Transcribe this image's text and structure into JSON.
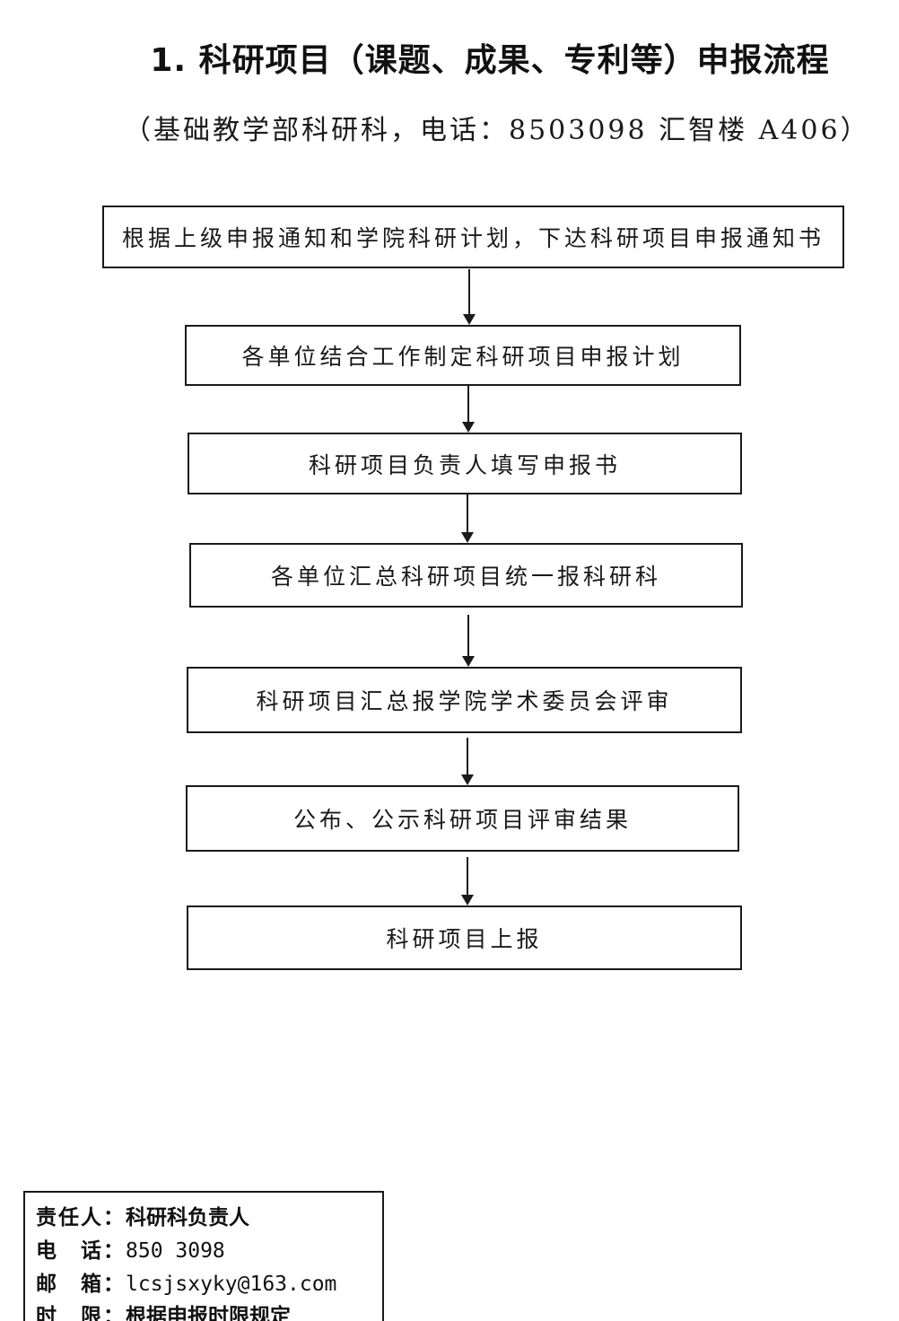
{
  "document": {
    "title": "1. 科研项目（课题、成果、专利等）申报流程",
    "subtitle": "（基础教学部科研科，电话：8503098 汇智楼 A406）"
  },
  "flow": {
    "steps": [
      "根据上级申报通知和学院科研计划，下达科研项目申报通知书",
      "各单位结合工作制定科研项目申报计划",
      "科研项目负责人填写申报书",
      "各单位汇总科研项目统一报科研科",
      "科研项目汇总报学院学术委员会评审",
      "公布、公示科研项目评审结果",
      "科研项目上报"
    ]
  },
  "info": {
    "responsible_label": "责任人：",
    "responsible_value": "科研科负责人",
    "phone_label": "电　话：",
    "phone_value": "850 3098",
    "email_label": "邮　箱：",
    "email_value": "lcsjsxyky@163.com",
    "time_label": "时　限：",
    "time_value": "根据申报时限规定"
  },
  "colors": {
    "ink": "#1a1a1a",
    "background": "#ffffff"
  }
}
